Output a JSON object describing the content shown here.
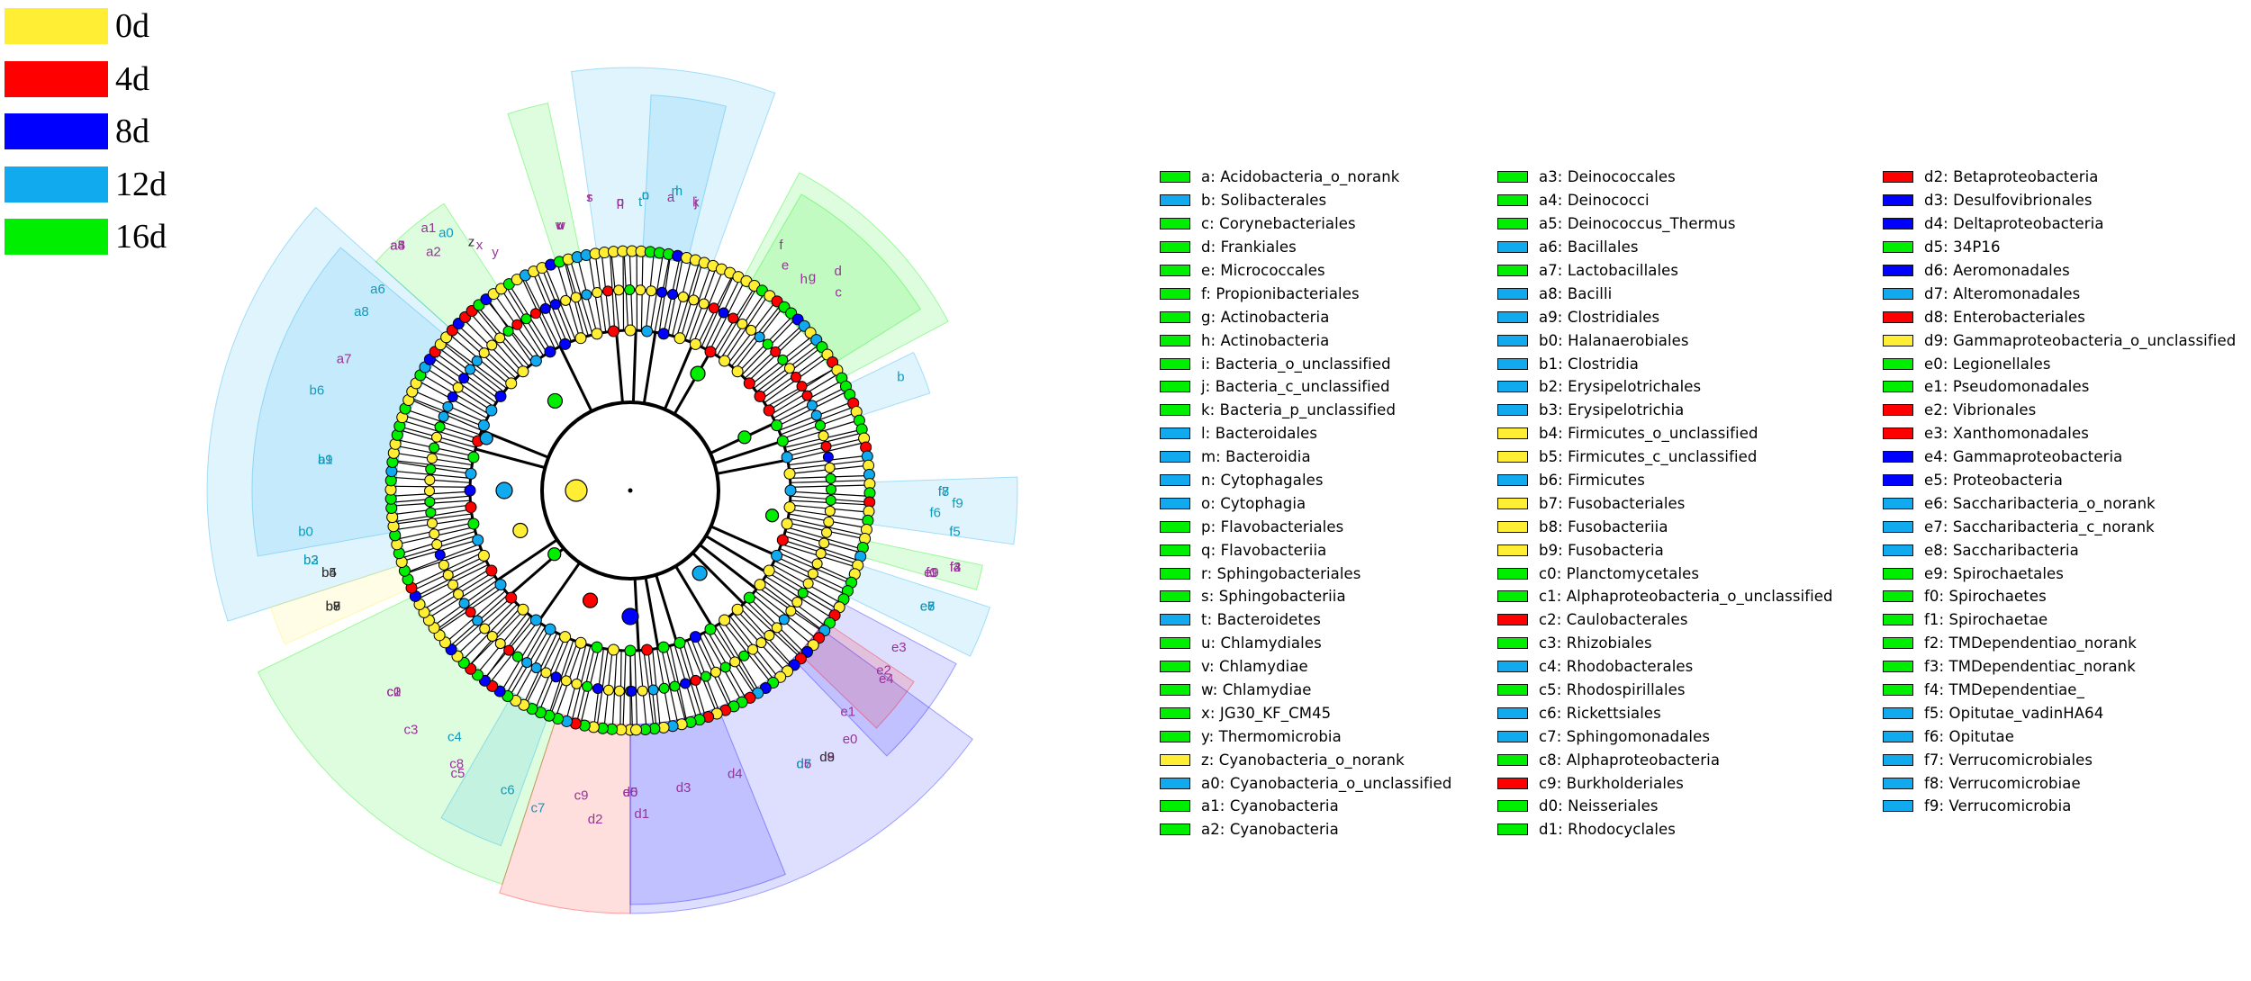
{
  "colors": {
    "0d": "#ffee33",
    "4d": "#ff0000",
    "8d": "#0000ff",
    "12d": "#11aaee",
    "16d": "#00ee00",
    "yellow": "#ffee33",
    "red": "#ff0000",
    "blue": "#0000ff",
    "cyan": "#11aaee",
    "green": "#00ee00"
  },
  "group_legend": [
    {
      "label": "0d",
      "color": "yellow"
    },
    {
      "label": "4d",
      "color": "red"
    },
    {
      "label": "8d",
      "color": "blue"
    },
    {
      "label": "12d",
      "color": "cyan"
    },
    {
      "label": "16d",
      "color": "green"
    }
  ],
  "taxa": [
    {
      "code": "a",
      "name": "Acidobacteria_o_norank",
      "group": "green",
      "angle": 8
    },
    {
      "code": "b",
      "name": "Solibacterales",
      "group": "cyan",
      "angle": 68
    },
    {
      "code": "c",
      "name": "Corynebacteriales",
      "group": "green",
      "angle": 47
    },
    {
      "code": "d",
      "name": "Frankiales",
      "group": "green",
      "angle": 44
    },
    {
      "code": "e",
      "name": "Micrococcales",
      "group": "green",
      "angle": 35
    },
    {
      "code": "f",
      "name": "Propionibacteriales",
      "group": "green",
      "angle": 32
    },
    {
      "code": "g",
      "name": "Actinobacteria",
      "group": "green",
      "angle": 41
    },
    {
      "code": "h",
      "name": "Actinobacteria",
      "group": "green",
      "angle": 40
    },
    {
      "code": "i",
      "name": "Bacteria_o_unclassified",
      "group": "green",
      "angle": 13
    },
    {
      "code": "j",
      "name": "Bacteria_c_unclassified",
      "group": "green",
      "angle": 13
    },
    {
      "code": "k",
      "name": "Bacteria_p_unclassified",
      "group": "green",
      "angle": 13
    },
    {
      "code": "l",
      "name": "Bacteroidales",
      "group": "cyan",
      "angle": 9
    },
    {
      "code": "m",
      "name": "Bacteroidia",
      "group": "cyan",
      "angle": 9
    },
    {
      "code": "n",
      "name": "Cytophagales",
      "group": "cyan",
      "angle": 3
    },
    {
      "code": "o",
      "name": "Cytophagia",
      "group": "cyan",
      "angle": 3
    },
    {
      "code": "p",
      "name": "Flavobacteriales",
      "group": "green",
      "angle": -2
    },
    {
      "code": "q",
      "name": "Flavobacteriia",
      "group": "green",
      "angle": -2
    },
    {
      "code": "r",
      "name": "Sphingobacteriales",
      "group": "green",
      "angle": -8
    },
    {
      "code": "s",
      "name": "Sphingobacteriia",
      "group": "green",
      "angle": -8
    },
    {
      "code": "t",
      "name": "Bacteroidetes",
      "group": "cyan",
      "angle": 2
    },
    {
      "code": "u",
      "name": "Chlamydiales",
      "group": "green",
      "angle": -15
    },
    {
      "code": "v",
      "name": "Chlamydiae",
      "group": "green",
      "angle": -15
    },
    {
      "code": "w",
      "name": "Chlamydiae",
      "group": "green",
      "angle": -15
    },
    {
      "code": "x",
      "name": "JG30_KF_CM45",
      "group": "green",
      "angle": -32
    },
    {
      "code": "y",
      "name": "Thermomicrobia",
      "group": "green",
      "angle": -30
    },
    {
      "code": "z",
      "name": "Cyanobacteria_o_norank",
      "group": "yellow",
      "angle": -33
    },
    {
      "code": "a0",
      "name": "Cyanobacteria_o_unclassified",
      "group": "cyan",
      "angle": -36
    },
    {
      "code": "a1",
      "name": "Cyanobacteria",
      "group": "green",
      "angle": -38
    },
    {
      "code": "a2",
      "name": "Cyanobacteria",
      "group": "green",
      "angle": -40
    },
    {
      "code": "a3",
      "name": "Deinococcales",
      "group": "green",
      "angle": -44
    },
    {
      "code": "a4",
      "name": "Deinococci",
      "group": "green",
      "angle": -44
    },
    {
      "code": "a5",
      "name": "Deinococcus_Thermus",
      "group": "green",
      "angle": -44
    },
    {
      "code": "a6",
      "name": "Bacillales",
      "group": "cyan",
      "angle": -52
    },
    {
      "code": "a7",
      "name": "Lactobacillales",
      "group": "green",
      "angle": -66
    },
    {
      "code": "a8",
      "name": "Bacilli",
      "group": "cyan",
      "angle": -57
    },
    {
      "code": "a9",
      "name": "Clostridiales",
      "group": "cyan",
      "angle": -85
    },
    {
      "code": "b0",
      "name": "Halanaerobiales",
      "group": "cyan",
      "angle": -98
    },
    {
      "code": "b1",
      "name": "Clostridia",
      "group": "cyan",
      "angle": -85
    },
    {
      "code": "b2",
      "name": "Erysipelotrichales",
      "group": "cyan",
      "angle": -103
    },
    {
      "code": "b3",
      "name": "Erysipelotrichia",
      "group": "cyan",
      "angle": -103
    },
    {
      "code": "b4",
      "name": "Firmicutes_o_unclassified",
      "group": "yellow",
      "angle": -106
    },
    {
      "code": "b5",
      "name": "Firmicutes_c_unclassified",
      "group": "yellow",
      "angle": -106
    },
    {
      "code": "b6",
      "name": "Firmicutes",
      "group": "cyan",
      "angle": -73
    },
    {
      "code": "b7",
      "name": "Fusobacteriales",
      "group": "yellow",
      "angle": -112
    },
    {
      "code": "b8",
      "name": "Fusobacteriia",
      "group": "yellow",
      "angle": -112
    },
    {
      "code": "b9",
      "name": "Fusobacteria",
      "group": "yellow",
      "angle": -112
    },
    {
      "code": "c0",
      "name": "Planctomycetales",
      "group": "green",
      "angle": -131
    },
    {
      "code": "c1",
      "name": "Alphaproteobacteria_o_unclassified",
      "group": "green",
      "angle": -131
    },
    {
      "code": "c2",
      "name": "Caulobacterales",
      "group": "red",
      "angle": -131
    },
    {
      "code": "c3",
      "name": "Rhizobiales",
      "group": "green",
      "angle": -138
    },
    {
      "code": "c4",
      "name": "Rhodobacterales",
      "group": "cyan",
      "angle": -145
    },
    {
      "code": "c5",
      "name": "Rhodospirillales",
      "group": "green",
      "angle": -149
    },
    {
      "code": "c6",
      "name": "Rickettsiales",
      "group": "cyan",
      "angle": -158
    },
    {
      "code": "c7",
      "name": "Sphingomonadales",
      "group": "cyan",
      "angle": -164
    },
    {
      "code": "c8",
      "name": "Alphaproteobacteria",
      "group": "green",
      "angle": -148
    },
    {
      "code": "c9",
      "name": "Burkholderiales",
      "group": "red",
      "angle": -171
    },
    {
      "code": "d0",
      "name": "Neisseriales",
      "group": "green",
      "angle": 180
    },
    {
      "code": "d1",
      "name": "Rhodocyclales",
      "group": "green",
      "angle": 178
    },
    {
      "code": "d2",
      "name": "Betaproteobacteria",
      "group": "red",
      "angle": -174
    },
    {
      "code": "d3",
      "name": "Desulfovibrionales",
      "group": "blue",
      "angle": 170
    },
    {
      "code": "d4",
      "name": "Deltaproteobacteria",
      "group": "blue",
      "angle": 160
    },
    {
      "code": "d5",
      "name": "34P16",
      "group": "green",
      "angle": 148
    },
    {
      "code": "d6",
      "name": "Aeromonadales",
      "group": "blue",
      "angle": 148
    },
    {
      "code": "d7",
      "name": "Alteromonadales",
      "group": "cyan",
      "angle": 148
    },
    {
      "code": "d8",
      "name": "Enterobacteriales",
      "group": "red",
      "angle": 144
    },
    {
      "code": "d9",
      "name": "Gammaproteobacteria_o_unclassified",
      "group": "yellow",
      "angle": 144
    },
    {
      "code": "e0",
      "name": "Legionellales",
      "group": "green",
      "angle": 139
    },
    {
      "code": "e1",
      "name": "Pseudomonadales",
      "group": "green",
      "angle": 136
    },
    {
      "code": "e2",
      "name": "Vibrionales",
      "group": "red",
      "angle": 126
    },
    {
      "code": "e3",
      "name": "Xanthomonadales",
      "group": "red",
      "angle": 121
    },
    {
      "code": "e4",
      "name": "Gammaproteobacteria",
      "group": "blue",
      "angle": 127
    },
    {
      "code": "e5",
      "name": "Proteobacteria",
      "group": "blue",
      "angle": 180
    },
    {
      "code": "e6",
      "name": "Saccharibacteria_o_norank",
      "group": "cyan",
      "angle": 112
    },
    {
      "code": "e7",
      "name": "Saccharibacteria_c_norank",
      "group": "cyan",
      "angle": 112
    },
    {
      "code": "e8",
      "name": "Saccharibacteria",
      "group": "cyan",
      "angle": 112
    },
    {
      "code": "e9",
      "name": "Spirochaetales",
      "group": "green",
      "angle": 106
    },
    {
      "code": "f0",
      "name": "Spirochaetes",
      "group": "green",
      "angle": 106
    },
    {
      "code": "f1",
      "name": "Spirochaetae",
      "group": "green",
      "angle": 106
    },
    {
      "code": "f2",
      "name": "TMDependentiao_norank",
      "group": "green",
      "angle": 104
    },
    {
      "code": "f3",
      "name": "TMDependentiac_norank",
      "group": "green",
      "angle": 104
    },
    {
      "code": "f4",
      "name": "TMDependentiae_",
      "group": "green",
      "angle": 104
    },
    {
      "code": "f5",
      "name": "Opitutae_vadinHA64",
      "group": "cyan",
      "angle": 98
    },
    {
      "code": "f6",
      "name": "Opitutae",
      "group": "cyan",
      "angle": 95
    },
    {
      "code": "f7",
      "name": "Verrucomicrobiales",
      "group": "cyan",
      "angle": 91
    },
    {
      "code": "f8",
      "name": "Verrucomicrobiae",
      "group": "cyan",
      "angle": 91
    },
    {
      "code": "f9",
      "name": "Verrucomicrobia",
      "group": "cyan",
      "angle": 93
    }
  ]
}
